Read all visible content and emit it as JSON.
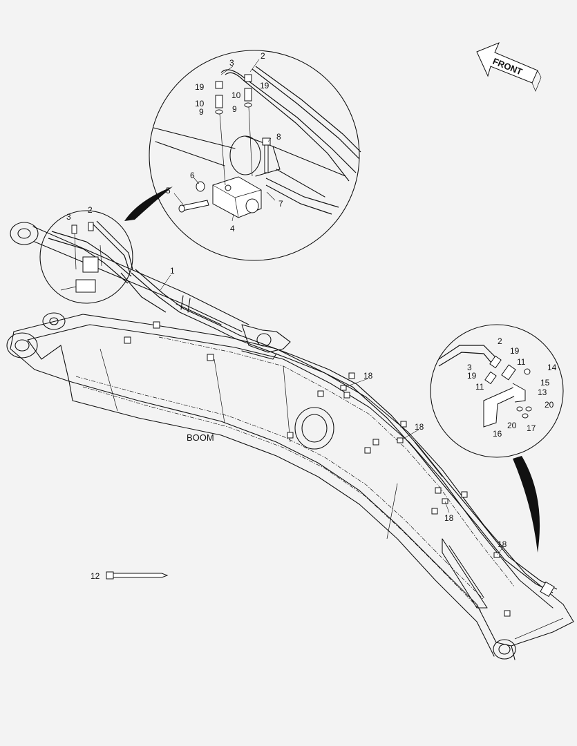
{
  "labels": {
    "boom": "BOOM",
    "front": "FRONT"
  },
  "part_numbers": {
    "p1": "1",
    "p2": "2",
    "p3": "3",
    "p4": "4",
    "p5": "5",
    "p6": "6",
    "p7": "7",
    "p8": "8",
    "p9": "9",
    "p10": "10",
    "p11": "11",
    "p12": "12",
    "p13": "13",
    "p14": "14",
    "p15": "15",
    "p16": "16",
    "p17": "17",
    "p18": "18",
    "p19": "19",
    "p20": "20"
  }
}
